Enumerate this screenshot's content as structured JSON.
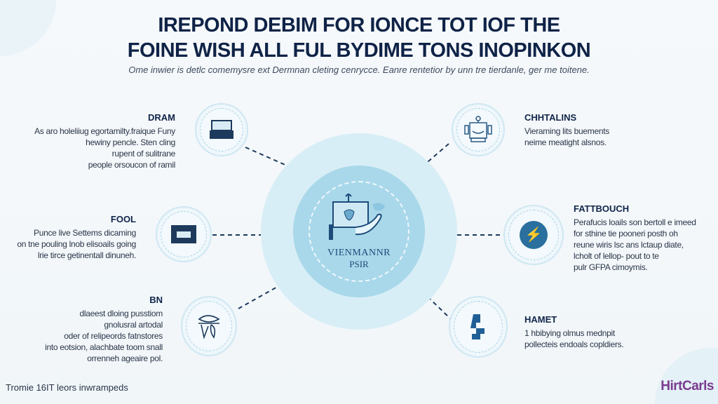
{
  "header": {
    "title_line1": "IREPOND DEBIM FOR IONCE TOT IOF THE",
    "title_line2": "FOINE WISH ALL FUL BYDIME TONS INOPINKON",
    "subtitle": "Ome inwier is detlc comemysre ext Dermnan cleting cenrycce.  Eanre rentetior by unn tre tierdanle, ger me toitene."
  },
  "center": {
    "label_line1": "VIENMANNR",
    "label_line2": "PSIR"
  },
  "items": [
    {
      "title": "DRAM",
      "lines": [
        "As aro holeliiug egortamilty.fraique Funy",
        "hewiny pencle. Sten cling",
        "rupent of sulitrane",
        "people orsoucon of ramil"
      ],
      "icon": "printer-icon"
    },
    {
      "title": "FOOL",
      "lines": [
        "Punce live Settems dicaming",
        "on tne pouling lnob elisoails going",
        "lrie tirce getinentall dinuneh."
      ],
      "icon": "monitor-icon"
    },
    {
      "title": "BN",
      "lines": [
        "dlaeest dloing pusstiom",
        "gnolusral artodal",
        "oder of relipeords fatnstores",
        "into eotsion, alachbate toom snall",
        "orrenneh ageaire pol."
      ],
      "icon": "tools-icon"
    },
    {
      "title": "CHHTALINS",
      "lines": [
        "Vieraming lits buements",
        "neime meatight alsnos."
      ],
      "icon": "machine-icon"
    },
    {
      "title": "FATTBOUCH",
      "lines": [
        "Perafucis loails son bertoll e imeed",
        "for sthine tie pooneri posth oh",
        "reune wiris lsc ans lctaup diate,",
        "lcholt of lellop- pout to te",
        "pulr GFPA cimoymis."
      ],
      "icon": "lightning-icon"
    },
    {
      "title": "HAMET",
      "lines": [
        "1 hbibying olmus mednpit",
        "pollecteis endoals copldiers."
      ],
      "icon": "puzzle-icon"
    }
  ],
  "footer": {
    "note": "Tromie 16IT leors inwrampeds",
    "logo": "HirtCarls"
  },
  "colors": {
    "navy": "#0f2347",
    "center": "#a9d8ea",
    "accent": "#2a6f9e"
  }
}
